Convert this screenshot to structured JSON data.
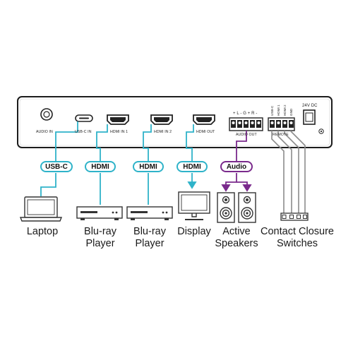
{
  "ports": {
    "audio_in": "AUDIO IN",
    "usbc_in": "USB-C IN",
    "hdmi_in1": "HDMI  IN 1",
    "hdmi_in2": "HDMI  IN 2",
    "hdmi_out": "HDMI  OUT",
    "audio_out": "AUDIO OUT",
    "audio_polarity": "+ L -   G   + R -",
    "remote": "REMOTE",
    "remote_pins": [
      "USB-C",
      "HDMI 1",
      "HDMI 2",
      "GND"
    ],
    "power": "24V DC"
  },
  "connectors": {
    "usbc": "USB-C",
    "hdmi1": "HDMI",
    "hdmi2": "HDMI",
    "hdmi3": "HDMI",
    "audio": "Audio"
  },
  "devices": {
    "laptop": "Laptop",
    "bluray1": [
      "Blu-ray",
      "Player"
    ],
    "bluray2": [
      "Blu-ray",
      "Player"
    ],
    "display": "Display",
    "speakers": [
      "Active",
      "Speakers"
    ],
    "switches": [
      "Contact Closure",
      "Switches"
    ]
  },
  "colors": {
    "teal": "#2fb3c9",
    "purple": "#7a2a8c",
    "gray_cable": "#8c8c8c",
    "device_outline": "#333333"
  }
}
